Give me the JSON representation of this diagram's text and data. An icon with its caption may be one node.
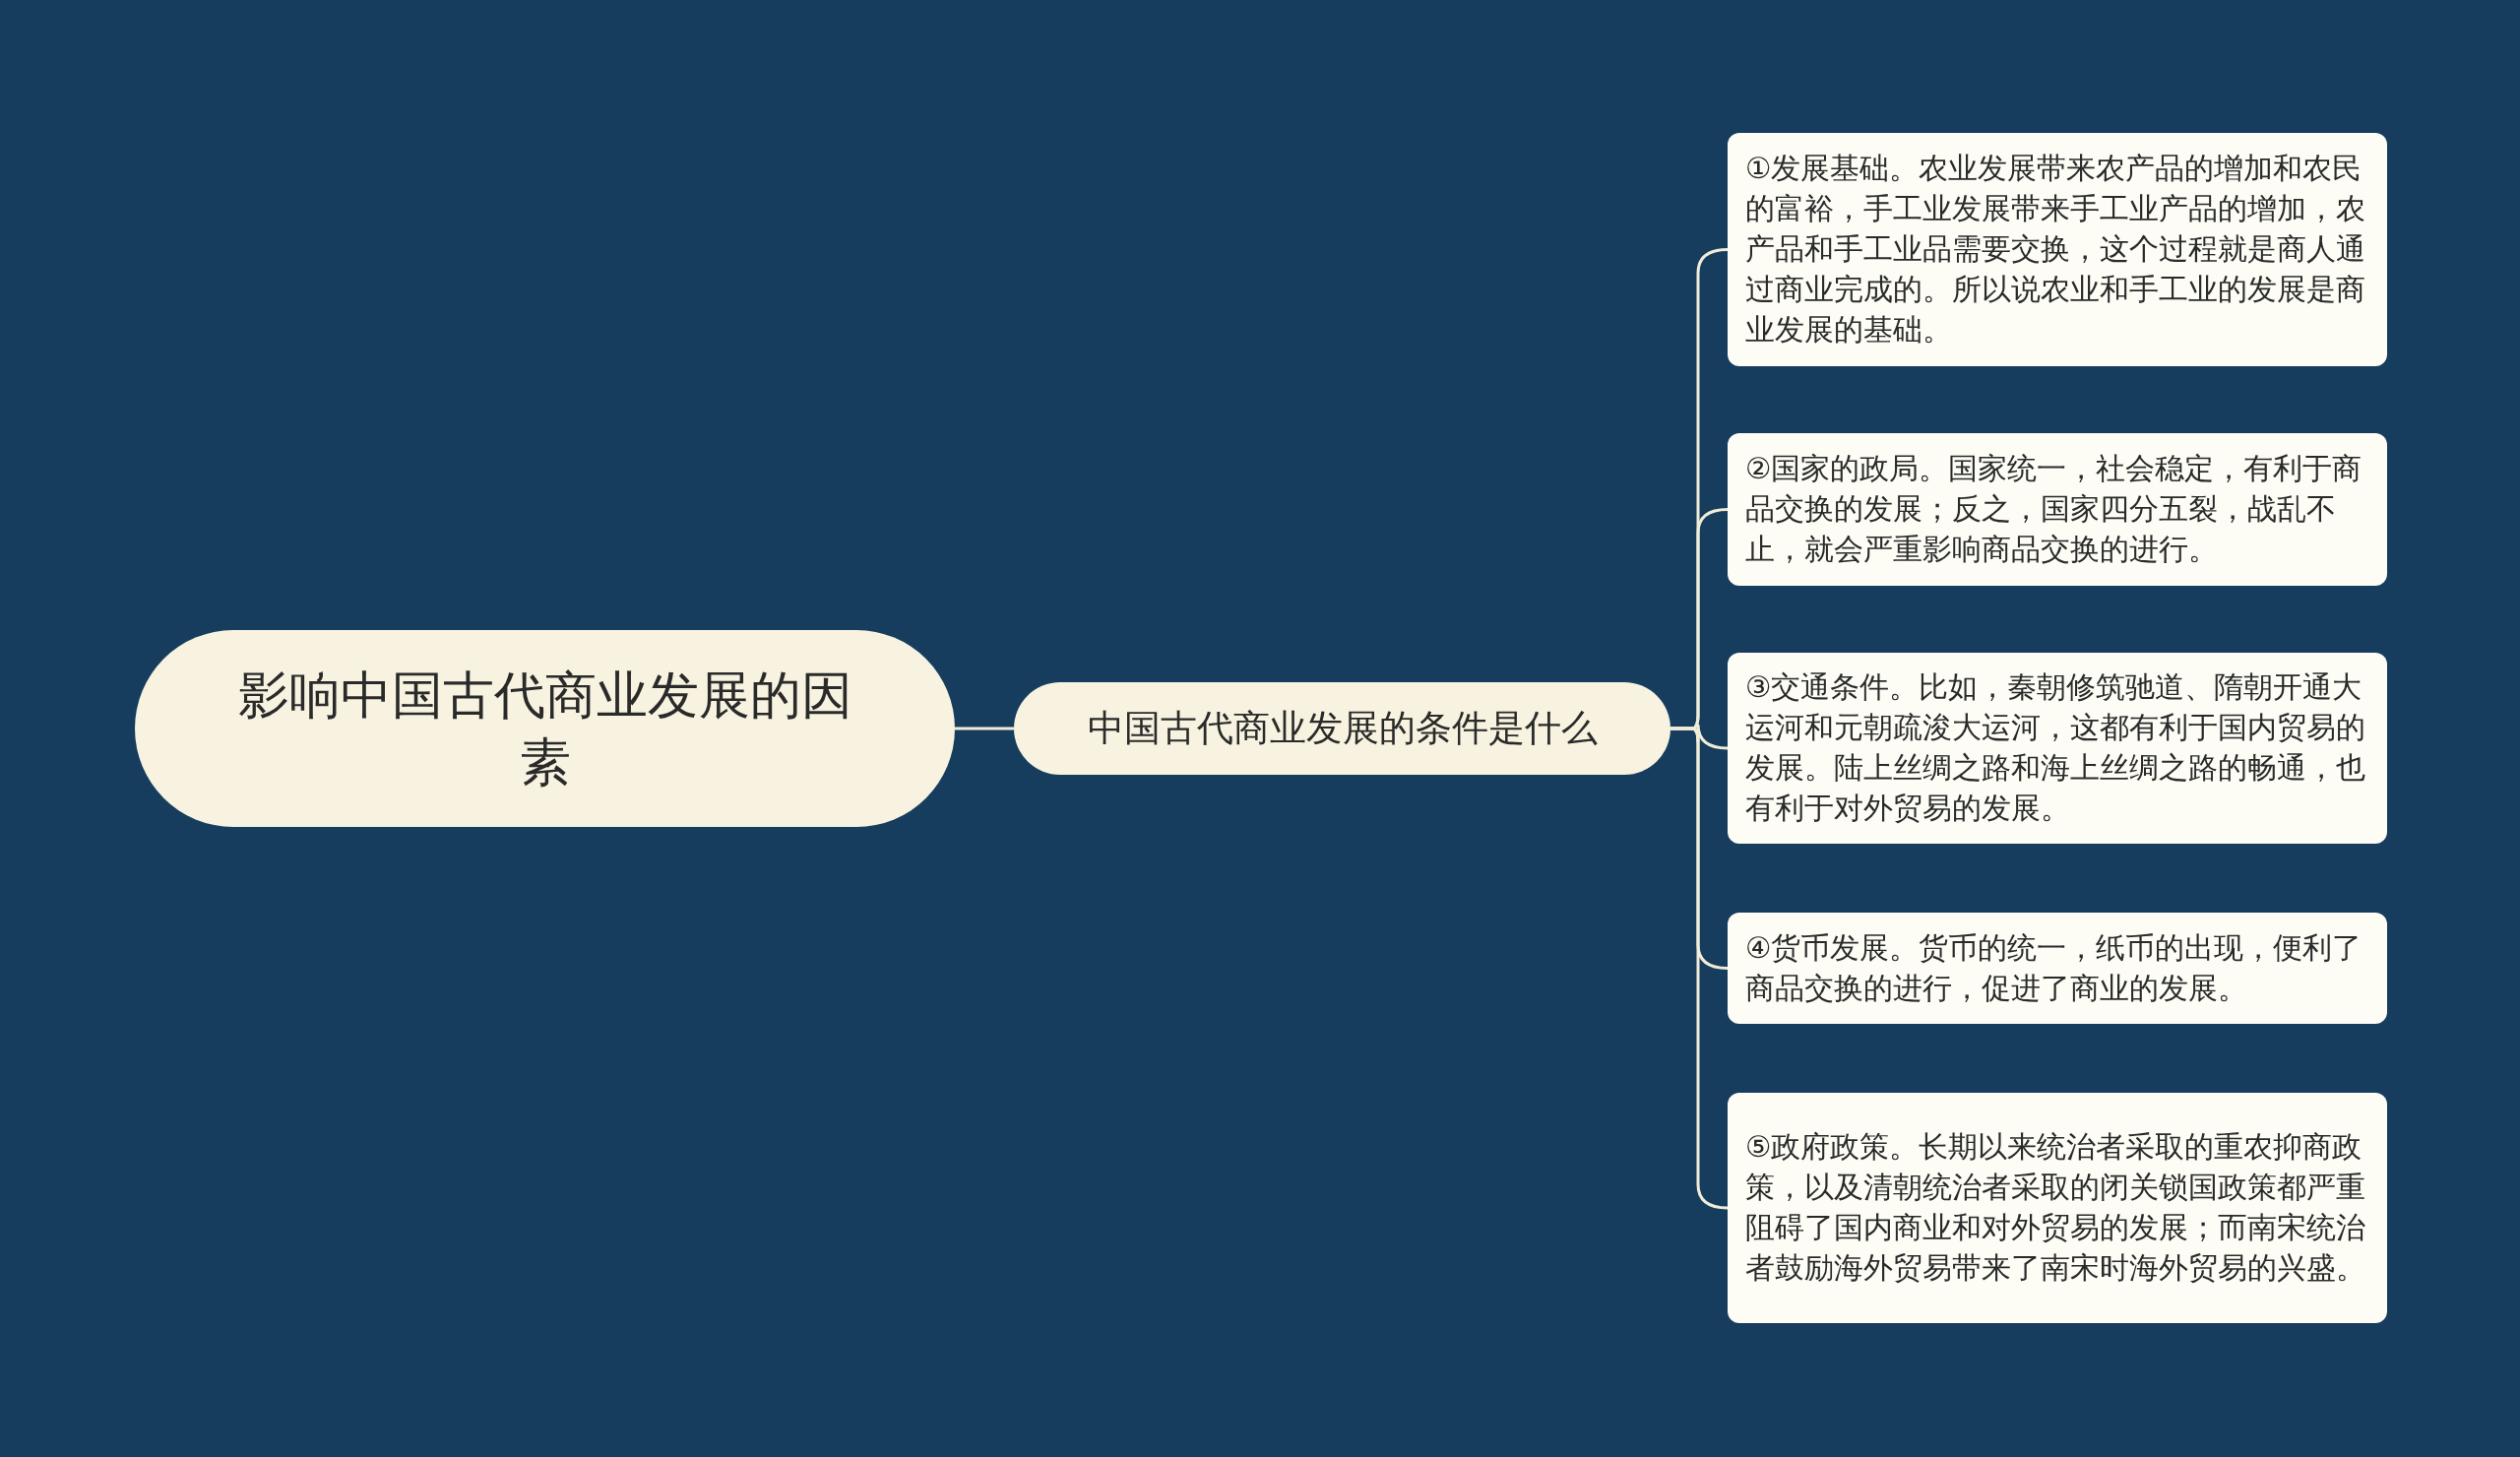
{
  "diagram": {
    "nodes": [
      {
        "text": [
          "影响中国古代商业发展的因素"
        ]
      },
      {
        "text": [
          "中国古代商业发展的条件是什么"
        ]
      },
      {
        "text": [
          "①发展基础。农业发展带来农产品的增加和农民的富裕，手工业发展带来手工业产品的增加，农产品和手工业品需要交换，这个过程就是商人通过商业完成的。所以说农业和手工业的发展是商业发展的基础。"
        ]
      },
      {
        "text": [
          "②国家的政局。国家统一，社会稳定，有利于商品交换的发展；反之，国家四分五裂，战乱不止，就会严重影响商品交换的进行。"
        ]
      },
      {
        "text": [
          "③交通条件。比如，秦朝修筑驰道、隋朝开通大运河和元朝疏浚大运河，这都有利于国内贸易的发展。陆上丝绸之路和海上丝绸之路的畅通，也有利于对外贸易的发展。"
        ]
      },
      {
        "text": [
          "④货币发展。货币的统一，纸币的出现，便利了商品交换的进行，促进了商业的发展。"
        ]
      },
      {
        "text": [
          "⑤政府政策。长期以来统治者采取的重农抑商政策，以及清朝统治者采取的闭关锁国政策都严重阻碍了国内商业和对外贸易的发展；而南宋统治者鼓励海外贸易带来了南宋时海外贸易的兴盛。"
        ]
      }
    ],
    "edges": [
      {
        "from": 0,
        "to": 1,
        "arrow": "none"
      },
      {
        "from": 1,
        "to": 2,
        "arrow": "none"
      },
      {
        "from": 1,
        "to": 3,
        "arrow": "none"
      },
      {
        "from": 1,
        "to": 4,
        "arrow": "none"
      },
      {
        "from": 1,
        "to": 5,
        "arrow": "none"
      },
      {
        "from": 1,
        "to": 6,
        "arrow": "none"
      }
    ]
  }
}
